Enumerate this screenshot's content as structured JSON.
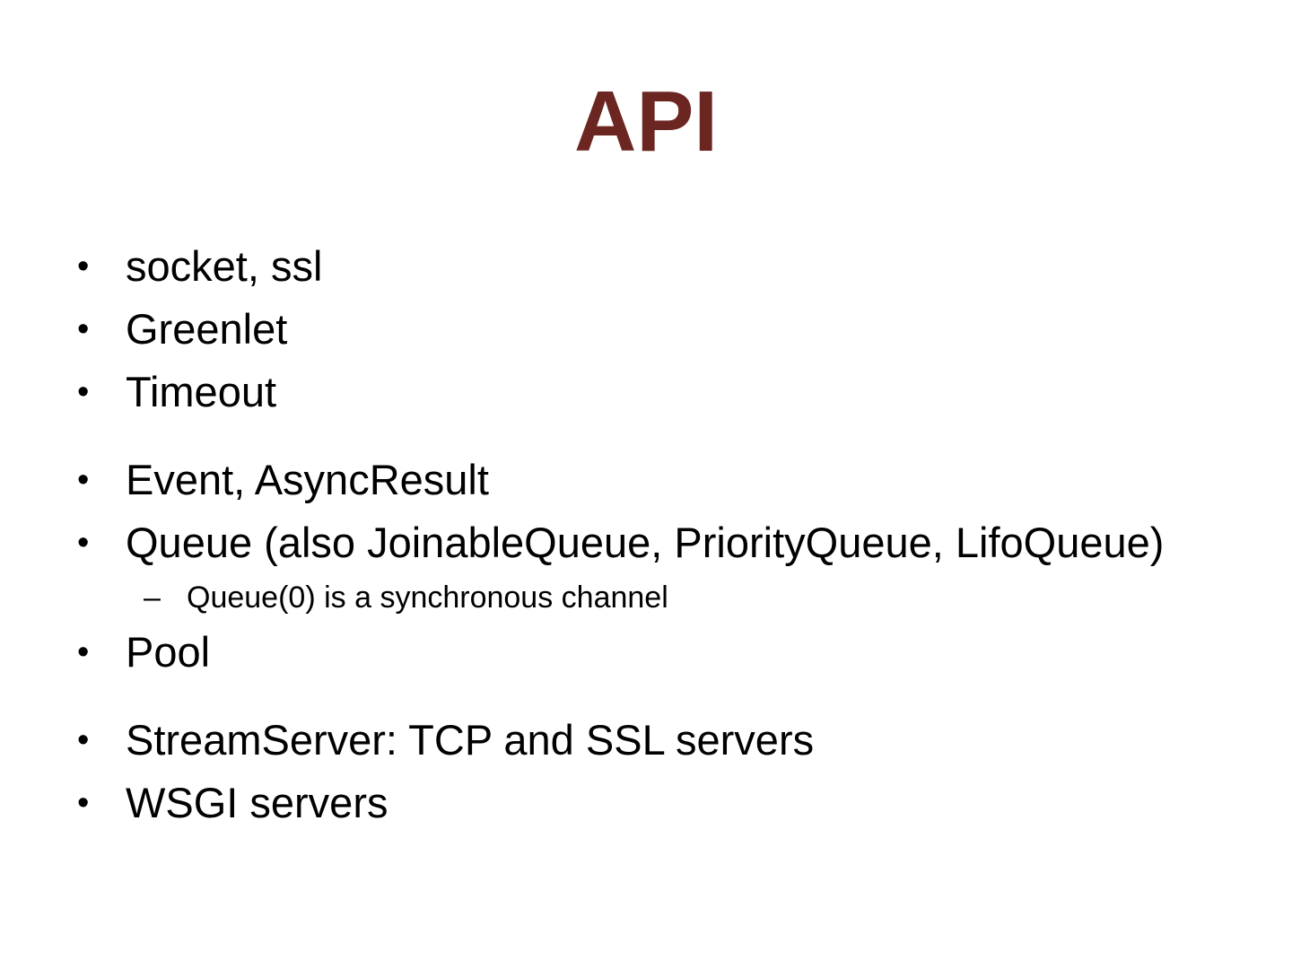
{
  "slide": {
    "title": "API",
    "title_color": "#6b2622",
    "background_color": "#ffffff",
    "text_color": "#000000",
    "bullet_marker": "•",
    "sub_bullet_marker": "–",
    "items": [
      {
        "level": 1,
        "text": "socket, ssl",
        "gap_before": false
      },
      {
        "level": 1,
        "text": "Greenlet",
        "gap_before": false
      },
      {
        "level": 1,
        "text": "Timeout",
        "gap_before": false
      },
      {
        "level": 1,
        "text": "Event, AsyncResult",
        "gap_before": true
      },
      {
        "level": 1,
        "text": "Queue (also JoinableQueue, PriorityQueue, LifoQueue)",
        "gap_before": false
      },
      {
        "level": 2,
        "text": "Queue(0) is a synchronous channel",
        "gap_before": false
      },
      {
        "level": 1,
        "text": "Pool",
        "gap_before": false
      },
      {
        "level": 1,
        "text": "StreamServer: TCP and SSL servers",
        "gap_before": true
      },
      {
        "level": 1,
        "text": "WSGI servers",
        "gap_before": false
      }
    ]
  }
}
